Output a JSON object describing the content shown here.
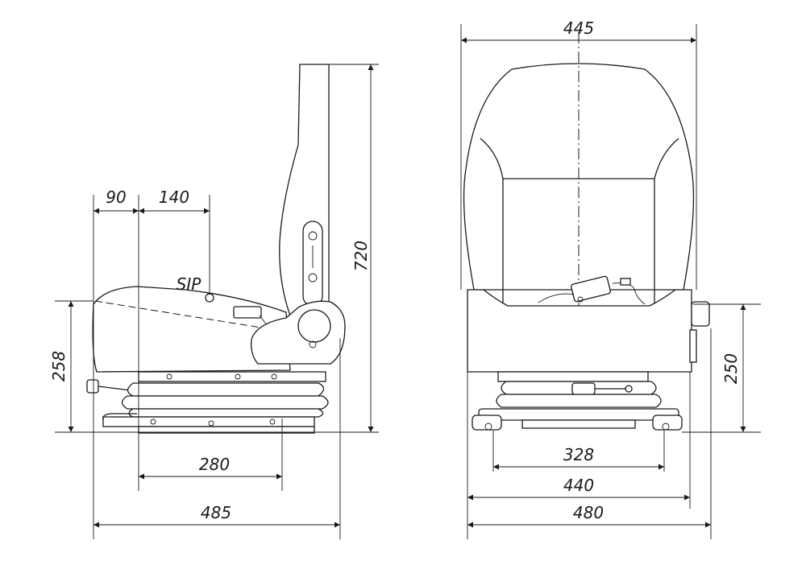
{
  "side_view": {
    "dim_top_left": "90",
    "dim_top_mid": "140",
    "sip_label": "SIP",
    "dim_height_total": "720",
    "dim_seat_height": "258",
    "dim_base": "280",
    "dim_depth": "485"
  },
  "front_view": {
    "dim_width_top": "445",
    "dim_height": "250",
    "dim_rail_inner": "328",
    "dim_rail_outer": "440",
    "dim_width_bottom": "480"
  }
}
